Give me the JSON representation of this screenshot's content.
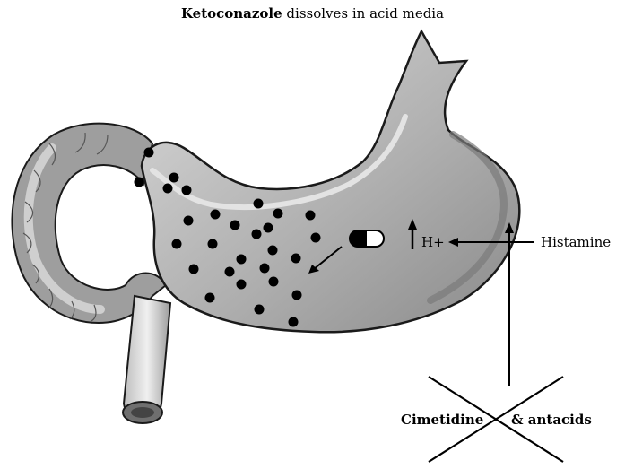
{
  "caption": {
    "drug": "Ketoconazole",
    "rest": " dissolves in acid media"
  },
  "labels": {
    "acid": "H+",
    "histamine": "Histamine",
    "blocker_1": "Cimetidine",
    "blocker_2": "& antacids"
  },
  "colors": {
    "outline": "#1a1a1a",
    "stomach_light": "#d4d4d4",
    "stomach_mid": "#a6a6a6",
    "stomach_dark": "#7d7d7d",
    "intestine": "#9a9a9a",
    "particle": "#000000",
    "background": "#ffffff"
  },
  "icons": {
    "capsule": "capsule-icon",
    "up_arrow": "up-arrow-icon",
    "cross": "cross-out-icon"
  }
}
